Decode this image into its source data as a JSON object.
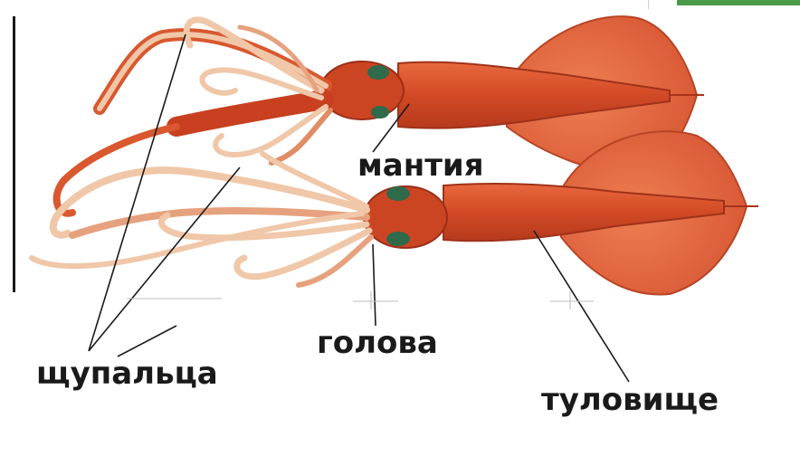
{
  "labels": {
    "mantle": "мантия",
    "head": "голова",
    "tentacles": "щупальца",
    "body": "туловище"
  },
  "colors": {
    "skin": "#d9512b",
    "skin_dark": "#a8321a",
    "fin": "#e56a3e",
    "tentacle": "#f0c7a8",
    "eye": "#2f6a4a",
    "accent": "#4a9a4a"
  }
}
